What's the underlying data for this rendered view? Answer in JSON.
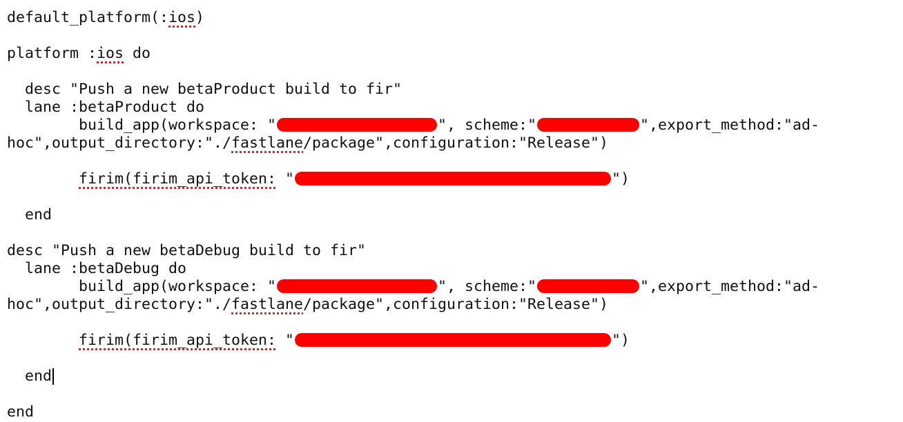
{
  "editor": {
    "lines": {
      "l1": {
        "a": "default_platform(:",
        "b": "ios",
        "c": ")"
      },
      "l2": {
        "a": "platform :",
        "b": "ios",
        "c": " do"
      },
      "l3": {
        "a": "  desc \"Push a new betaProduct build to fir\""
      },
      "l4": {
        "a": "  lane :betaProduct do"
      },
      "l5": {
        "a": "        build_app(workspace: \"",
        "b": "\", scheme:\"",
        "c": "\",export_method:\"ad-"
      },
      "l6": {
        "a": "hoc\",output_directory:\"./",
        "b": "fastlane",
        "c": "/package\",configuration:\"Release\")"
      },
      "l7": {
        "a": "        ",
        "b": "firim(firim_api_token:",
        "c": " \"",
        "d": "\")"
      },
      "l8": {
        "a": "  end"
      },
      "l9": {
        "a": "desc \"Push a new betaDebug build to fir\""
      },
      "l10": {
        "a": "  lane :betaDebug do"
      },
      "l11": {
        "a": "        build_app(workspace: \"",
        "b": "\", scheme:\"",
        "c": "\",export_method:\"ad-"
      },
      "l12": {
        "a": "hoc\",output_directory:\"./",
        "b": "fastlane",
        "c": "/package\",configuration:\"Release\")"
      },
      "l13": {
        "a": "        ",
        "b": "firim(firim_api_token:",
        "c": " \"",
        "d": "\")"
      },
      "l14": {
        "a": "  end"
      },
      "l15": {
        "a": "end"
      }
    },
    "colors": {
      "text": "#111111",
      "redaction": "#ff0000",
      "spellcheck": "#e02020"
    }
  }
}
